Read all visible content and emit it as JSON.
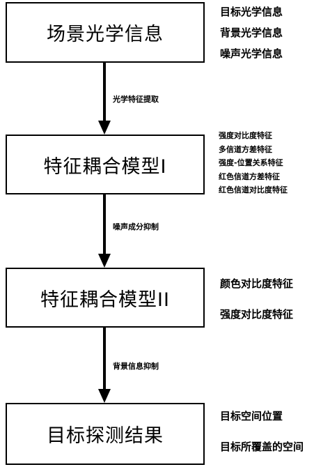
{
  "boxes": [
    {
      "label": "场景光学信息"
    },
    {
      "label": "特征耦合模型Ⅰ"
    },
    {
      "label": "特征耦合模型ⅠⅠ"
    },
    {
      "label": "目标探测结果"
    }
  ],
  "steps": [
    {
      "label": "光学特征提取"
    },
    {
      "label": "噪声成分抑制"
    },
    {
      "label": "背景信息抑制"
    }
  ],
  "notes": {
    "box1": [
      "目标光学信息",
      "背景光学信息",
      "噪声光学信息"
    ],
    "box2": [
      "强度对比度特征",
      "多信道方差特征",
      "强度-位置关系特征",
      "红色信道方差特征",
      "红色信道对比度特征"
    ],
    "box3": [
      "颜色对比度特征",
      "强度对比度特征"
    ],
    "box4": [
      "目标空间位置",
      "目标所覆盖的空间"
    ]
  }
}
